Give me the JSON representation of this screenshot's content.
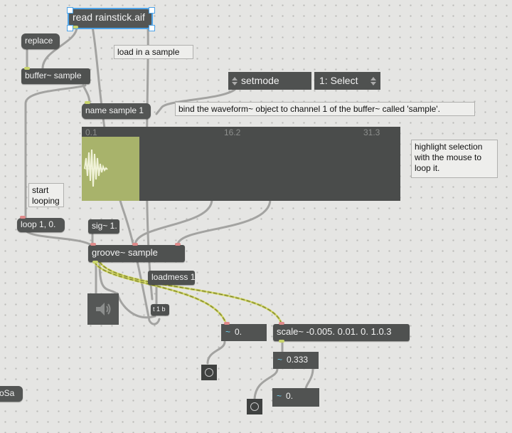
{
  "objects": {
    "read": "read rainstick.aif",
    "replace": "replace",
    "buffer": "buffer~ sample",
    "setmode": "setmode",
    "umenu": "1: Select",
    "name_sample": "name sample 1",
    "loop": "loop 1, 0.",
    "sig": "sig~ 1.",
    "groove": "groove~ sample",
    "loadmess": "loadmess 1",
    "trigger": "t 1 b",
    "scale": "scale~ -0.005. 0.01. 0. 1.0.3",
    "partial": "oSa"
  },
  "comments": {
    "load": "load in a sample",
    "bind": "bind the waveform~ object to channel 1 of the buffer~ called 'sample'.",
    "highlight": "highlight selection with the mouse to loop it.",
    "start": "start looping"
  },
  "waveform": {
    "ticks": [
      "0.1",
      "16.2",
      "31.3"
    ],
    "selection_fraction": 0.18
  },
  "number_boxes": {
    "n1": "0.",
    "n2": "0.333",
    "n3": "0."
  },
  "icons": {
    "tilde": "~",
    "dac": "speaker-icon",
    "scope": "scope-icon"
  },
  "colors": {
    "selection": "#a8b36b",
    "signal_cord": "#c9cf4f",
    "tilde": "#6fd0ee",
    "focus": "#4da3e8"
  }
}
